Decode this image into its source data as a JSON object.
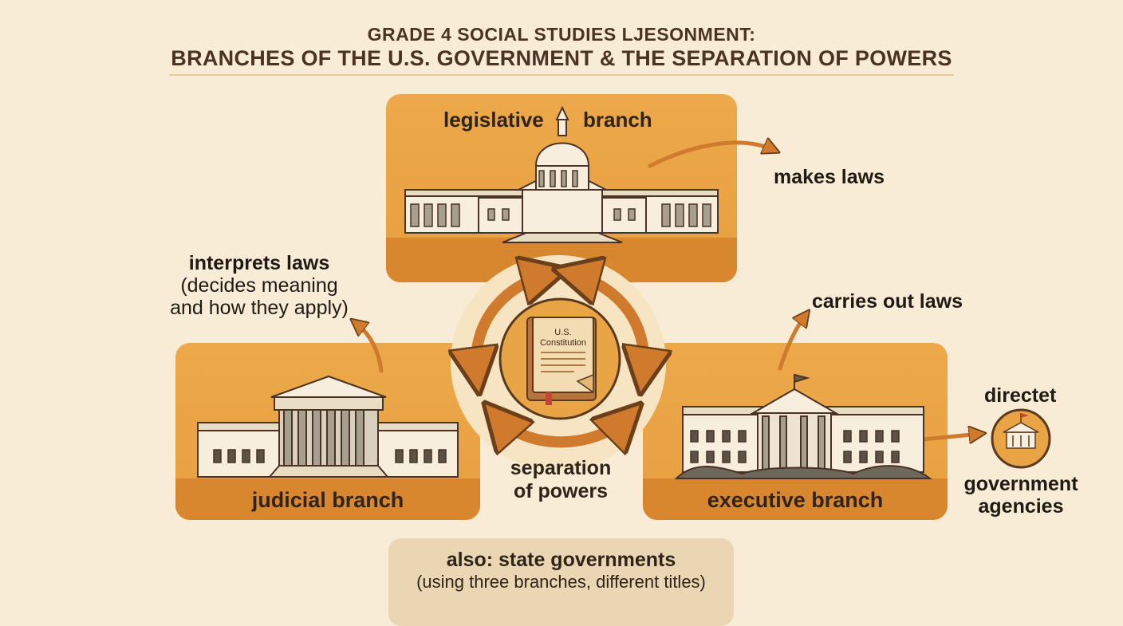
{
  "header": {
    "line1": "GRADE 4 SOCIAL STUDIES LJESONMENT:",
    "line2": "BRANCHES OF THE U.S. GOVERNMENT & THE SEPARATION OF POWERS"
  },
  "legislative": {
    "label_left": "legislative",
    "label_right": "branch",
    "role": "makes laws"
  },
  "judicial": {
    "label": "judicial branch",
    "role_line1": "interprets laws",
    "role_line2": "(decides meaning",
    "role_line3": "and how they apply)"
  },
  "executive": {
    "label": "executive branch",
    "role": "carries out laws",
    "directs": "directet",
    "agencies_line1": "government",
    "agencies_line2": "agencies"
  },
  "center": {
    "book_line1": "U.S.",
    "book_line2": "Constitution",
    "caption_line1": "separation",
    "caption_line2": "of powers"
  },
  "state": {
    "line1": "also: state governments",
    "line2": "(using three branches, different titles)"
  },
  "colors": {
    "background": "#f8ecd6",
    "panel": "#eca84a",
    "panel_band": "#d9872f",
    "arrow": "#cf7a2c",
    "circle": "#f6e4c3",
    "state_box": "#ebd6b4"
  }
}
